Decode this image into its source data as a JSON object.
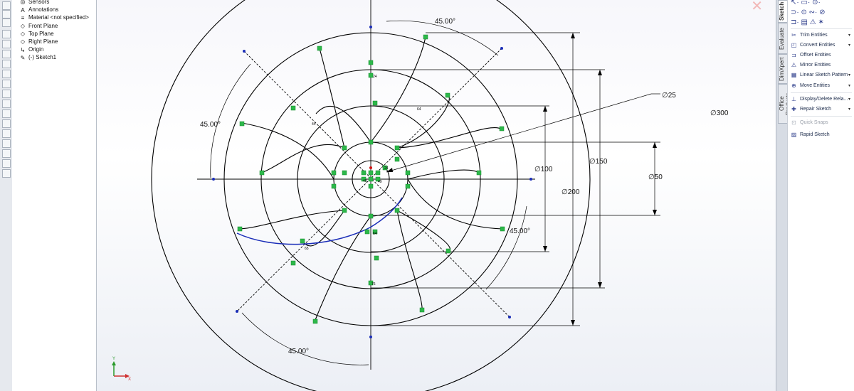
{
  "feature_tree": {
    "items": [
      {
        "label": "Sensors",
        "icon": "sensor-icon"
      },
      {
        "label": "Annotations",
        "icon": "annotation-icon"
      },
      {
        "label": "Material <not specified>",
        "icon": "material-icon"
      },
      {
        "label": "Front Plane",
        "icon": "plane-icon"
      },
      {
        "label": "Top Plane",
        "icon": "plane-icon"
      },
      {
        "label": "Right Plane",
        "icon": "plane-icon"
      },
      {
        "label": "Origin",
        "icon": "origin-icon"
      },
      {
        "label": "(-) Sketch1",
        "icon": "sketch-icon"
      }
    ]
  },
  "drawing": {
    "dimensions": {
      "d300": "∅300",
      "d200": "∅200",
      "d150": "∅150",
      "d100": "∅100",
      "d50": "∅50",
      "d25": "∅25",
      "ang_top": "45.00°",
      "ang_left": "45.00°",
      "ang_right": "45.00°",
      "ang_bottom": "45.00°"
    },
    "relation_numbers": [
      "64",
      "44",
      "24",
      "49",
      "76",
      "65",
      "64",
      "49",
      "24"
    ],
    "colors": {
      "geometry": "#000000",
      "selected_arc": "#1a2db8",
      "relation": "#2db84a",
      "endpoint": "#1a2db8",
      "origin": "#d01010"
    }
  },
  "task_tabs": {
    "sketch": "Sketch",
    "evaluate": "Evaluate",
    "dimxpert": "DimXpert",
    "office": "Office Products"
  },
  "command_manager": {
    "items": [
      {
        "label": "Trim Entities",
        "icon": "trim-icon"
      },
      {
        "label": "Convert Entities",
        "icon": "convert-icon"
      },
      {
        "label": "Offset Entities",
        "icon": "offset-icon"
      },
      {
        "label": "Mirror Entities",
        "icon": "mirror-icon"
      },
      {
        "label": "Linear Sketch Pattern",
        "icon": "pattern-icon"
      },
      {
        "label": "Move Entities",
        "icon": "move-icon"
      },
      {
        "label": "Display/Delete Rela...",
        "icon": "relations-icon"
      },
      {
        "label": "Repair Sketch",
        "icon": "repair-icon"
      },
      {
        "label": "Quick Snaps",
        "icon": "snaps-icon"
      },
      {
        "label": "Rapid Sketch",
        "icon": "rapid-sketch-icon"
      }
    ]
  },
  "triad": {
    "x_label": "X",
    "y_label": "Y"
  }
}
